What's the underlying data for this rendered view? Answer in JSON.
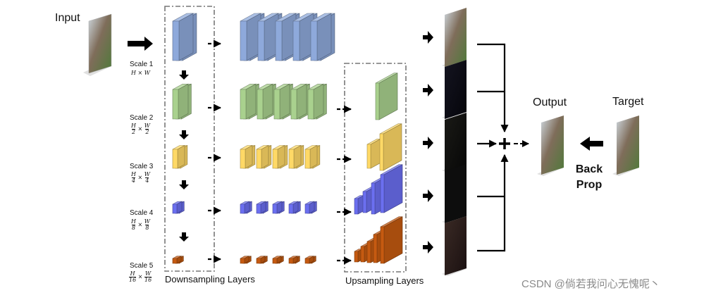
{
  "labels": {
    "input": "Input",
    "output": "Output",
    "target": "Target",
    "back_prop_line1": "Back",
    "back_prop_line2": "Prop",
    "downsampling": "Downsampling Layers",
    "upsampling": "Upsampling Layers",
    "watermark": "CSDN @倘若我问心无愧呢丶"
  },
  "scales": [
    {
      "name": "Scale 1",
      "size": "H × W",
      "color": "#8ea9db"
    },
    {
      "name": "Scale 2",
      "size_num": [
        "H",
        "W"
      ],
      "size_den": [
        "2",
        "2"
      ],
      "color": "#a9d18e"
    },
    {
      "name": "Scale 3",
      "size_num": [
        "H",
        "W"
      ],
      "size_den": [
        "4",
        "4"
      ],
      "color": "#ffd966"
    },
    {
      "name": "Scale 4",
      "size_num": [
        "H",
        "W"
      ],
      "size_den": [
        "8",
        "8"
      ],
      "color": "#6b6ff0"
    },
    {
      "name": "Scale 5",
      "size_num": [
        "H",
        "W"
      ],
      "size_den": [
        "16",
        "16"
      ],
      "color": "#c55a11"
    }
  ],
  "operators": {
    "plus": "+"
  }
}
